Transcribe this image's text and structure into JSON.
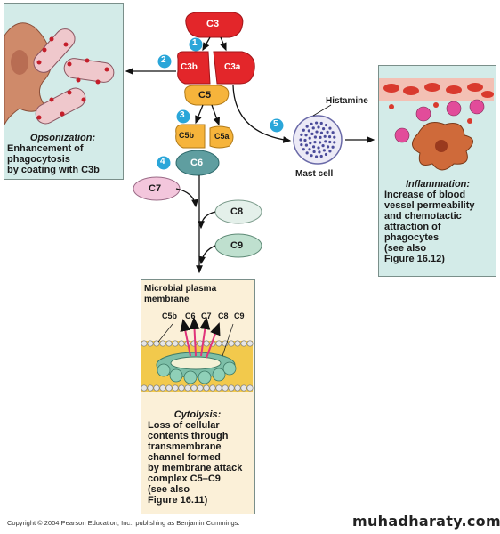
{
  "components": {
    "c3": "C3",
    "c3b": "C3b",
    "c3a": "C3a",
    "c5": "C5",
    "c5b": "C5b",
    "c5a": "C5a",
    "c6": "C6",
    "c7": "C7",
    "c8": "C8",
    "c9": "C9"
  },
  "steps": [
    "1",
    "2",
    "3",
    "4",
    "5"
  ],
  "labels": {
    "histamine": "Histamine",
    "mast_cell": "Mast cell"
  },
  "opsonization": {
    "title": "Opsonization:",
    "lines": [
      "Enhancement of",
      "phagocytosis",
      "by coating with C3b"
    ]
  },
  "inflammation": {
    "title": "Inflammation:",
    "lines": [
      "Increase of blood",
      "vessel permeability",
      "and chemotactic",
      "attraction of",
      "phagocytes",
      "(see also",
      "Figure 16.12)"
    ]
  },
  "membrane": {
    "heading_lines": [
      "Microbial plasma",
      "membrane"
    ],
    "mac_labels": [
      "C5b",
      "C6",
      "C7",
      "C8",
      "C9"
    ]
  },
  "cytolysis": {
    "title": "Cytolysis:",
    "lines": [
      "Loss of cellular",
      "contents through",
      "transmembrane",
      "channel formed",
      "by membrane attack",
      "complex C5–C9",
      "(see also",
      "Figure 16.11)"
    ]
  },
  "footer": {
    "copyright": "Copyright © 2004 Pearson Education, Inc., publishing as Benjamin Cummings.",
    "watermark": "muhadharaty.com"
  },
  "colors": {
    "c3": "#e3262a",
    "c5": "#f6b43b",
    "c6": "#5f9ea0",
    "c7": "#f3c6dc",
    "c8": "#e4f0ea",
    "c9": "#bfe0cf",
    "step_badge": "#2aa6d9",
    "panel_blue": "#d3ebe8",
    "panel_cream": "#fbf0d8"
  }
}
